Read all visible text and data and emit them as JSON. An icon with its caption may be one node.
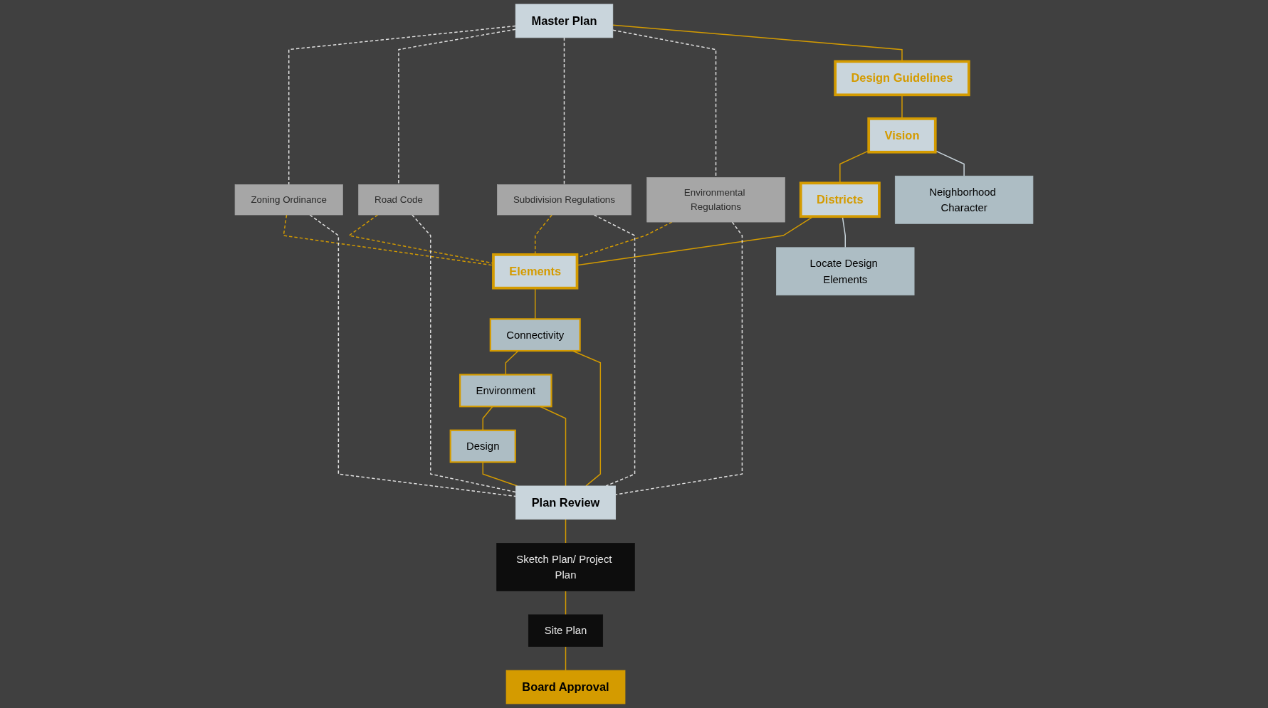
{
  "diagram": {
    "nodes": [
      {
        "text": [
          "Master Plan"
        ]
      },
      {
        "text": [
          "Zoning Ordinance"
        ]
      },
      {
        "text": [
          "Road Code"
        ]
      },
      {
        "text": [
          "Subdivision Regulations"
        ]
      },
      {
        "text": [
          "Environmental Regulations"
        ]
      },
      {
        "text": [
          "Design Guidelines"
        ]
      },
      {
        "text": [
          "Vision"
        ]
      },
      {
        "text": [
          "Districts"
        ]
      },
      {
        "text": [
          "Elements"
        ]
      },
      {
        "text": [
          "Neighborhood Character"
        ]
      },
      {
        "text": [
          "Locate Design Elements"
        ]
      },
      {
        "text": [
          "Connectivity"
        ]
      },
      {
        "text": [
          "Environment"
        ]
      },
      {
        "text": [
          "Design"
        ]
      },
      {
        "text": [
          "Plan Review"
        ]
      },
      {
        "text": [
          "Sketch Plan/ Project Plan"
        ]
      },
      {
        "text": [
          "Site Plan"
        ]
      },
      {
        "text": [
          "Board Approval"
        ]
      }
    ],
    "edges": [
      {
        "from": 0,
        "to": 1,
        "arrow": "none",
        "style": "dashed",
        "color": "#e0e0e0"
      },
      {
        "from": 0,
        "to": 2,
        "arrow": "none",
        "style": "dashed",
        "color": "#e0e0e0"
      },
      {
        "from": 0,
        "to": 3,
        "arrow": "none",
        "style": "dashed",
        "color": "#e0e0e0"
      },
      {
        "from": 0,
        "to": 4,
        "arrow": "none",
        "style": "dashed",
        "color": "#e0e0e0"
      },
      {
        "from": 0,
        "to": 5,
        "arrow": "none"
      },
      {
        "from": 5,
        "to": 6,
        "arrow": "none"
      },
      {
        "from": 6,
        "to": 7,
        "arrow": "none"
      },
      {
        "from": 7,
        "to": 8,
        "arrow": "none"
      },
      {
        "from": 6,
        "to": 9,
        "arrow": "none",
        "color": "#c9d5dc"
      },
      {
        "from": 7,
        "to": 10,
        "arrow": "none",
        "color": "#c9d5dc"
      },
      {
        "from": 1,
        "to": 8,
        "arrow": "none",
        "style": "dashed"
      },
      {
        "from": 2,
        "to": 8,
        "arrow": "none",
        "style": "dashed"
      },
      {
        "from": 3,
        "to": 8,
        "arrow": "none",
        "style": "dashed"
      },
      {
        "from": 4,
        "to": 8,
        "arrow": "none",
        "style": "dashed"
      },
      {
        "from": 1,
        "to": 14,
        "arrow": "none",
        "style": "dashed",
        "color": "#e0e0e0"
      },
      {
        "from": 2,
        "to": 14,
        "arrow": "none",
        "style": "dashed",
        "color": "#e0e0e0"
      },
      {
        "from": 3,
        "to": 14,
        "arrow": "none",
        "style": "dashed",
        "color": "#e0e0e0"
      },
      {
        "from": 4,
        "to": 14,
        "arrow": "none",
        "style": "dashed",
        "color": "#e0e0e0"
      },
      {
        "from": 8,
        "to": 11,
        "arrow": "none"
      },
      {
        "from": 11,
        "to": 12,
        "arrow": "none"
      },
      {
        "from": 12,
        "to": 13,
        "arrow": "none"
      },
      {
        "from": 11,
        "to": 14,
        "arrow": "none"
      },
      {
        "from": 12,
        "to": 14,
        "arrow": "none"
      },
      {
        "from": 13,
        "to": 14,
        "arrow": "none"
      },
      {
        "from": 14,
        "to": 15,
        "arrow": "none"
      },
      {
        "from": 15,
        "to": 16,
        "arrow": "none"
      },
      {
        "from": 16,
        "to": 17,
        "arrow": "none"
      }
    ]
  }
}
